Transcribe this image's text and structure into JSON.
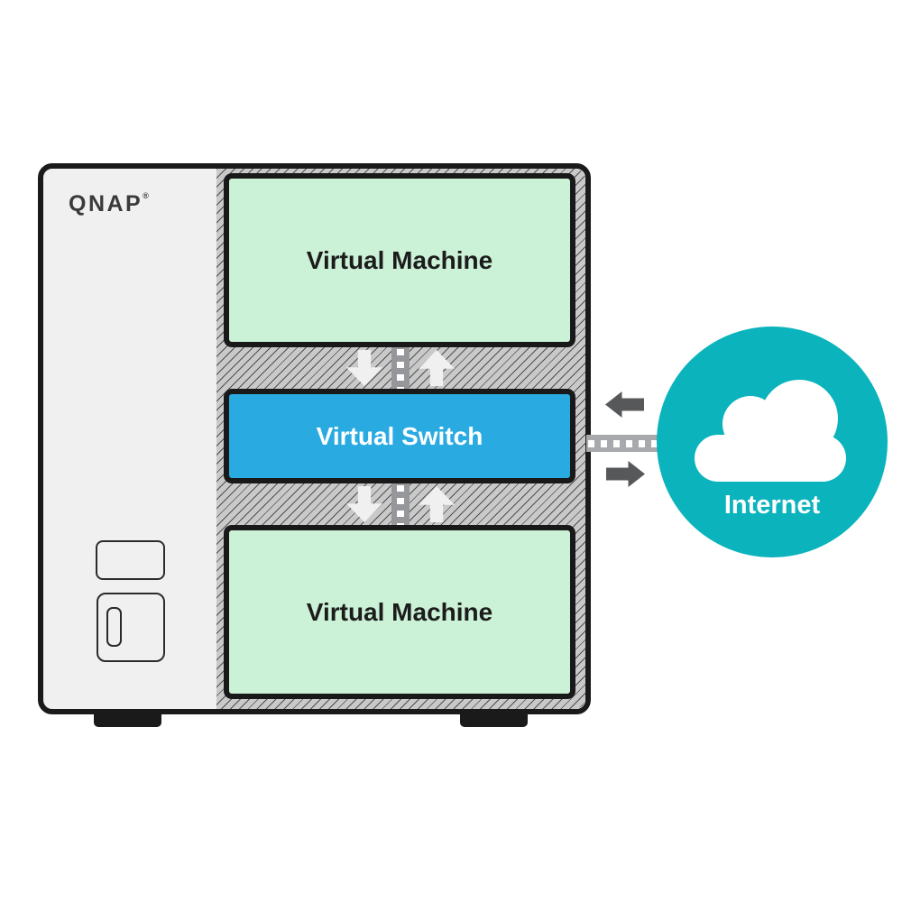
{
  "nas": {
    "brand": "QNAP",
    "registered_mark": "®"
  },
  "boxes": {
    "vm_top": {
      "label": "Virtual Machine"
    },
    "virtual_switch": {
      "label": "Virtual Switch"
    },
    "vm_bottom": {
      "label": "Virtual Machine"
    }
  },
  "cloud": {
    "label": "Internet"
  },
  "colors": {
    "nas_fill": "#f0f0f0",
    "nas_border": "#1a1a1a",
    "foot": "#1a1a1a",
    "logo": "#3a3a3c",
    "hatch_bg": "#c9c9c9",
    "hatch_line": "#4f4f4f",
    "vm_fill": "#cbf1d6",
    "vm_text": "#1c1c1c",
    "switch_fill": "#29abe2",
    "box_border": "#191919",
    "connector": "#a7a9ac",
    "connector_vertical": "#95979a",
    "light_arrow": "#f0f0f0",
    "dark_arrow": "#57585a",
    "cloud_fill": "#0bb3bd"
  }
}
